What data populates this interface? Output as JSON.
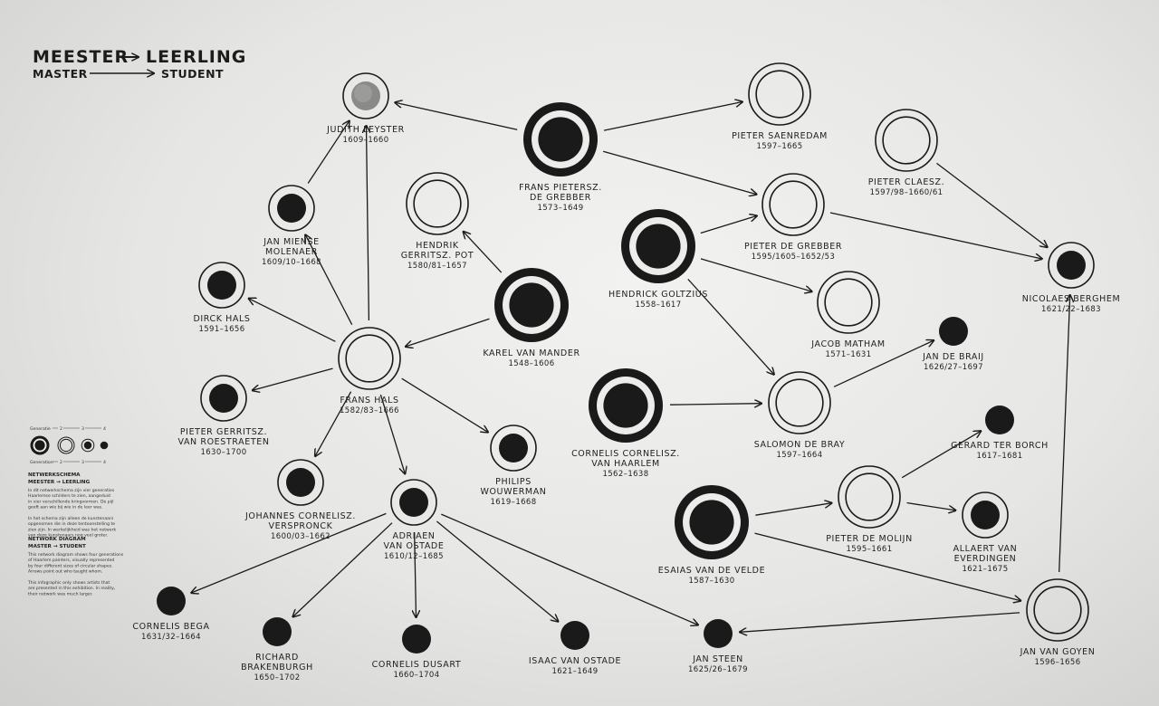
{
  "header": {
    "title_nl_from": "MEESTER",
    "title_nl_to": "LEERLING",
    "title_en_from": "MASTER",
    "title_en_to": "STUDENT"
  },
  "legend": {
    "generation_label_top": "Generatie",
    "generation_label_bottom": "Generation",
    "generation_numbers": [
      "1",
      "2",
      "3",
      "4"
    ],
    "nl_heading_1": "NETWERKSCHEMA",
    "nl_heading_2": "MEESTER → LEERLING",
    "nl_text": [
      "In dit netwerkschema zijn vier generaties",
      "Haarlemse schilders te zien, aangeduid",
      "in vier verschillende kringvormen. De pijl",
      "geeft aan wie bij wie in de leer was.",
      "",
      "In het schema zijn alleen de kunstenaars",
      "opgenomen die in deze tentoonstelling te",
      "zien zijn. In werkelijkheid was het netwerk",
      "van deze kunstenaars nog veel groter."
    ],
    "en_heading_1": "NETWORK DIAGRAM",
    "en_heading_2": "MASTER → STUDENT",
    "en_text": [
      "This network diagram shows four generations",
      "of Haarlem painters, visually represented",
      "by four different sizes of circular shapes.",
      "Arrows point out who taught whom.",
      "",
      "This infographic only shows artists that",
      "are presented in this exhibition. In reality,",
      "their network was much larger."
    ]
  },
  "nodes": [
    {
      "id": "judith-leyster",
      "label": [
        "JUDITH LEYSTER"
      ],
      "years": "1609–1660",
      "gen": 3,
      "grey": true
    },
    {
      "id": "frans-de-grebber",
      "label": [
        "FRANS PIETERSZ.",
        "DE GREBBER"
      ],
      "years": "1573–1649",
      "gen": 1
    },
    {
      "id": "pieter-saenredam",
      "label": [
        "PIETER SAENREDAM"
      ],
      "years": "1597–1665",
      "gen": 2
    },
    {
      "id": "pieter-claesz",
      "label": [
        "PIETER CLAESZ."
      ],
      "years": "1597/98–1660/61",
      "gen": 2
    },
    {
      "id": "hendrick-pot",
      "label": [
        "HENDRIK",
        "GERRITSZ. POT"
      ],
      "years": "1580/81–1657",
      "gen": 2
    },
    {
      "id": "jan-miense-molenaer",
      "label": [
        "JAN MIENSE",
        "MOLENAER"
      ],
      "years": "1609/10–1668",
      "gen": 3
    },
    {
      "id": "hendrick-goltzius",
      "label": [
        "HENDRICK GOLTZIUS"
      ],
      "years": "1558–1617",
      "gen": 1
    },
    {
      "id": "pieter-de-grebber",
      "label": [
        "PIETER DE GREBBER"
      ],
      "years": "1595/1605–1652/53",
      "gen": 2
    },
    {
      "id": "nicolaes-berchem",
      "label": [
        "NICOLAES BERGHEM"
      ],
      "years": "1621/22–1683",
      "gen": 3
    },
    {
      "id": "dirck-hals",
      "label": [
        "DIRCK HALS"
      ],
      "years": "1591–1656",
      "gen": 3
    },
    {
      "id": "karel-van-mander",
      "label": [
        "KAREL VAN MANDER"
      ],
      "years": "1548–1606",
      "gen": 1
    },
    {
      "id": "jacob-matham",
      "label": [
        "JACOB MATHAM"
      ],
      "years": "1571–1631",
      "gen": 2
    },
    {
      "id": "frans-hals",
      "label": [
        "FRANS HALS"
      ],
      "years": "1582/83–1666",
      "gen": 2
    },
    {
      "id": "jan-de-braij",
      "label": [
        "JAN DE BRAIJ"
      ],
      "years": "1626/27–1697",
      "gen": 4
    },
    {
      "id": "pieter-van-roestraeten",
      "label": [
        "PIETER GERRITSZ.",
        "VAN ROESTRAETEN"
      ],
      "years": "1630–1700",
      "gen": 3
    },
    {
      "id": "cornelis-van-haarlem",
      "label": [
        "CORNELIS CORNELISZ.",
        "VAN HAARLEM"
      ],
      "years": "1562–1638",
      "gen": 1
    },
    {
      "id": "salomon-de-bray",
      "label": [
        "SALOMON DE BRAY"
      ],
      "years": "1597–1664",
      "gen": 2
    },
    {
      "id": "gerard-ter-borch",
      "label": [
        "GERARD TER BORCH"
      ],
      "years": "1617–1681",
      "gen": 4
    },
    {
      "id": "philips-wouwerman",
      "label": [
        "PHILIPS",
        "WOUWERMAN"
      ],
      "years": "1619–1668",
      "gen": 3
    },
    {
      "id": "johannes-verspronck",
      "label": [
        "JOHANNES CORNELISZ.",
        "VERSPRONCK"
      ],
      "years": "1600/03–1662",
      "gen": 3
    },
    {
      "id": "adriaen-van-ostade",
      "label": [
        "ADRIAEN",
        "VAN OSTADE"
      ],
      "years": "1610/12–1685",
      "gen": 3
    },
    {
      "id": "pieter-de-molijn",
      "label": [
        "PIETER DE MOLIJN"
      ],
      "years": "1595–1661",
      "gen": 2
    },
    {
      "id": "allaert-van-everdingen",
      "label": [
        "ALLAERT VAN",
        "EVERDINGEN"
      ],
      "years": "1621–1675",
      "gen": 3
    },
    {
      "id": "esaias-van-de-velde",
      "label": [
        "ESAIAS VAN DE VELDE"
      ],
      "years": "1587–1630",
      "gen": 1
    },
    {
      "id": "cornelis-bega",
      "label": [
        "CORNELIS BEGA"
      ],
      "years": "1631/32–1664",
      "gen": 4
    },
    {
      "id": "richard-brakenburgh",
      "label": [
        "RICHARD",
        "BRAKENBURGH"
      ],
      "years": "1650–1702",
      "gen": 4
    },
    {
      "id": "cornelis-dusart",
      "label": [
        "CORNELIS DUSART"
      ],
      "years": "1660–1704",
      "gen": 4
    },
    {
      "id": "isaac-van-ostade",
      "label": [
        "ISAAC VAN OSTADE"
      ],
      "years": "1621–1649",
      "gen": 4
    },
    {
      "id": "jan-steen",
      "label": [
        "JAN STEEN"
      ],
      "years": "1625/26–1679",
      "gen": 4
    },
    {
      "id": "jan-van-goyen",
      "label": [
        "JAN VAN GOYEN"
      ],
      "years": "1596–1656",
      "gen": 2
    }
  ],
  "edges": [
    [
      "frans-de-grebber",
      "judith-leyster"
    ],
    [
      "frans-de-grebber",
      "pieter-saenredam"
    ],
    [
      "frans-de-grebber",
      "pieter-de-grebber"
    ],
    [
      "jan-miense-molenaer",
      "judith-leyster"
    ],
    [
      "frans-hals",
      "judith-leyster"
    ],
    [
      "frans-hals",
      "jan-miense-molenaer"
    ],
    [
      "frans-hals",
      "dirck-hals"
    ],
    [
      "frans-hals",
      "pieter-van-roestraeten"
    ],
    [
      "frans-hals",
      "johannes-verspronck"
    ],
    [
      "frans-hals",
      "adriaen-van-ostade"
    ],
    [
      "frans-hals",
      "philips-wouwerman"
    ],
    [
      "karel-van-mander",
      "frans-hals"
    ],
    [
      "karel-van-mander",
      "hendrick-pot"
    ],
    [
      "hendrick-goltzius",
      "pieter-de-grebber"
    ],
    [
      "hendrick-goltzius",
      "jacob-matham"
    ],
    [
      "hendrick-goltzius",
      "salomon-de-bray"
    ],
    [
      "pieter-de-grebber",
      "nicolaes-berchem"
    ],
    [
      "pieter-claesz",
      "nicolaes-berchem"
    ],
    [
      "jan-van-goyen",
      "nicolaes-berchem"
    ],
    [
      "cornelis-van-haarlem",
      "salomon-de-bray"
    ],
    [
      "salomon-de-bray",
      "jan-de-braij"
    ],
    [
      "pieter-de-molijn",
      "gerard-ter-borch"
    ],
    [
      "pieter-de-molijn",
      "allaert-van-everdingen"
    ],
    [
      "esaias-van-de-velde",
      "pieter-de-molijn"
    ],
    [
      "esaias-van-de-velde",
      "jan-van-goyen"
    ],
    [
      "jan-van-goyen",
      "jan-steen"
    ],
    [
      "adriaen-van-ostade",
      "cornelis-bega"
    ],
    [
      "adriaen-van-ostade",
      "richard-brakenburgh"
    ],
    [
      "adriaen-van-ostade",
      "cornelis-dusart"
    ],
    [
      "adriaen-van-ostade",
      "isaac-van-ostade"
    ],
    [
      "adriaen-van-ostade",
      "jan-steen"
    ]
  ]
}
